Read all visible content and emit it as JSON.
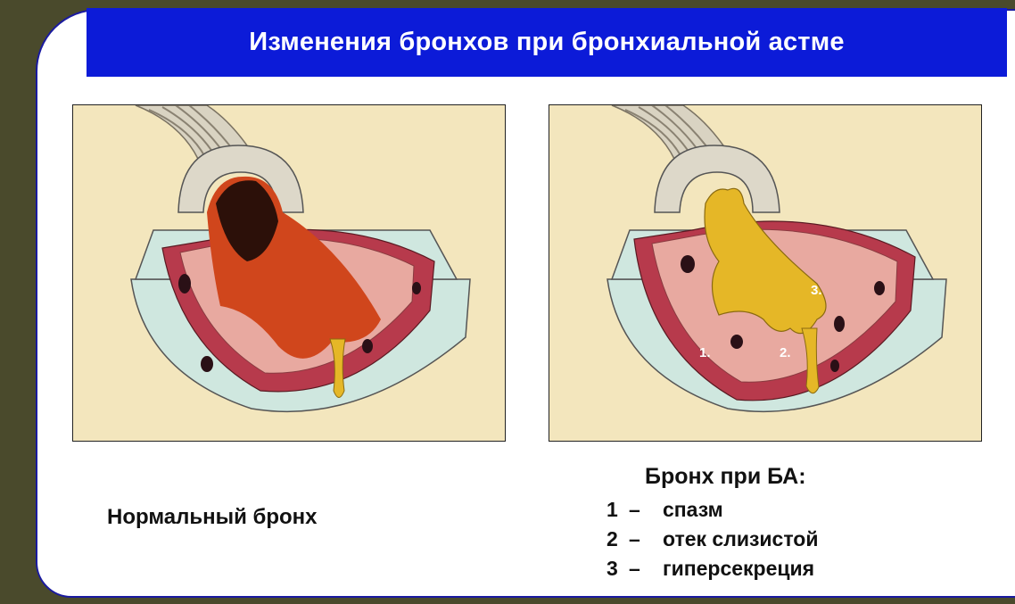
{
  "title": "Изменения бронхов при бронхиальной астме",
  "left_panel": {
    "caption": "Нормальный бронх"
  },
  "right_panel": {
    "caption": "Бронх при БА:",
    "markers": [
      "1.",
      "2.",
      "3."
    ],
    "legend": [
      {
        "num": "1",
        "dash": "–",
        "text": "спазм"
      },
      {
        "num": "2",
        "dash": "–",
        "text": "отек слизистой"
      },
      {
        "num": "3",
        "dash": "–",
        "text": "гиперсекреция"
      }
    ]
  },
  "colors": {
    "background": "#4a4a2c",
    "title_bar": "#0c1bd8",
    "frame_border": "#1a1aa0",
    "panel_bg": "#f3e6bd",
    "mucosa": "#e8a9a0",
    "muscle": "#b73a4c",
    "lumen_normal": "#d0461c",
    "mucus": "#e5b727",
    "outer_wall": "#cfe7df"
  }
}
